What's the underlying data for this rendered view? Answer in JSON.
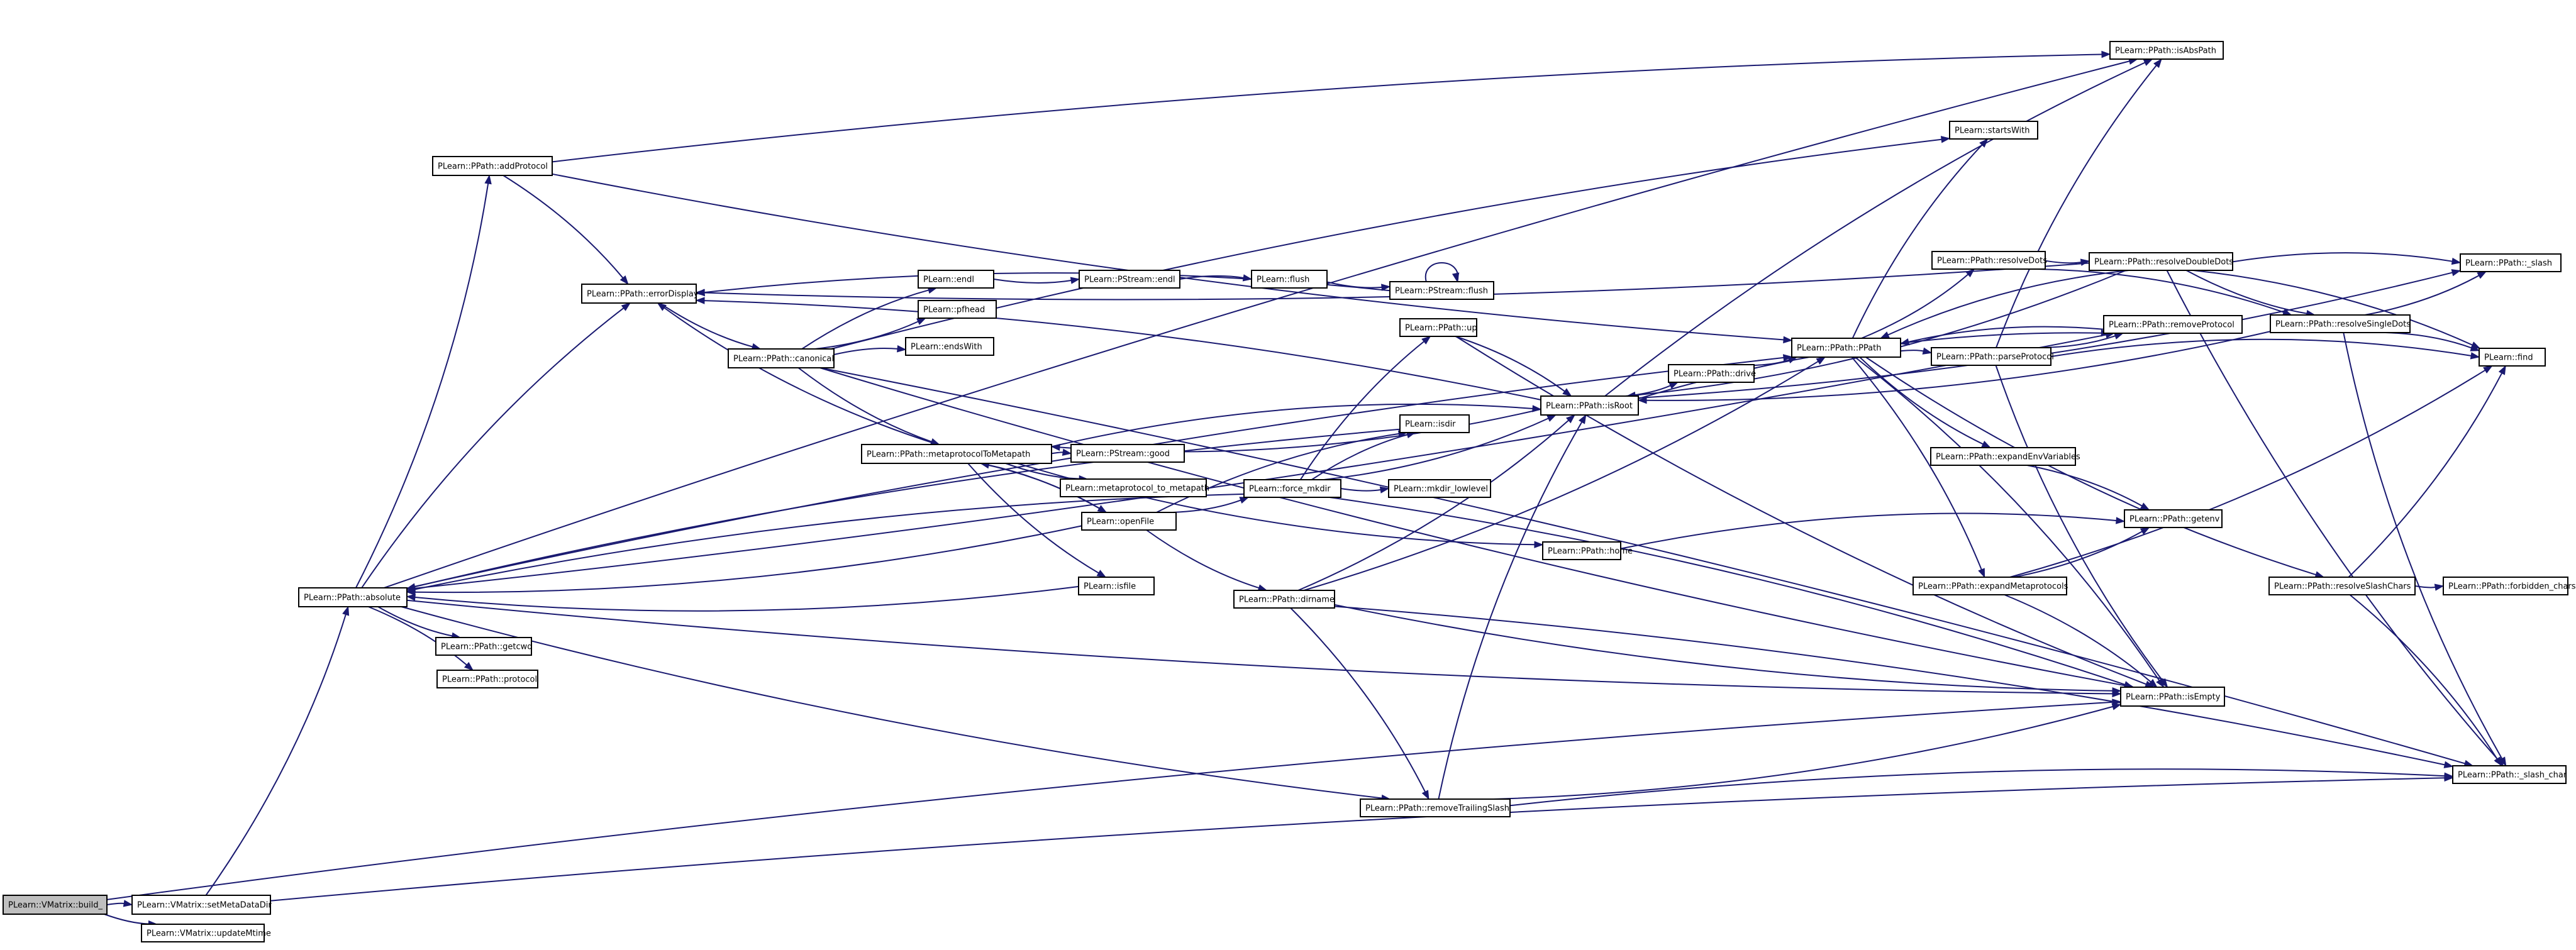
{
  "graph": {
    "nodes": [
      {
        "id": "build",
        "label": "PLearn::VMatrix::build_",
        "root": true
      },
      {
        "id": "setMetaDataDir",
        "label": "PLearn::VMatrix::setMetaDataDir"
      },
      {
        "id": "updateMtime",
        "label": "PLearn::VMatrix::updateMtime"
      },
      {
        "id": "absolute",
        "label": "PLearn::PPath::absolute"
      },
      {
        "id": "addProtocol",
        "label": "PLearn::PPath::addProtocol"
      },
      {
        "id": "errorDisplay",
        "label": "PLearn::PPath::errorDisplay"
      },
      {
        "id": "canonical",
        "label": "PLearn::PPath::canonical"
      },
      {
        "id": "endl",
        "label": "PLearn::endl"
      },
      {
        "id": "PStreamEndl",
        "label": "PLearn::PStream::endl"
      },
      {
        "id": "flush",
        "label": "PLearn::flush"
      },
      {
        "id": "PStreamFlush",
        "label": "PLearn::PStream::flush"
      },
      {
        "id": "pfhead",
        "label": "PLearn::pfhead"
      },
      {
        "id": "endsWith",
        "label": "PLearn::endsWith"
      },
      {
        "id": "metaprotocolToMetapath",
        "label": "PLearn::PPath::metaprotocolToMetapath"
      },
      {
        "id": "PStreamGood",
        "label": "PLearn::PStream::good"
      },
      {
        "id": "metaprotocol_to_metapath",
        "label": "PLearn::metaprotocol_to_metapath"
      },
      {
        "id": "openFile",
        "label": "PLearn::openFile"
      },
      {
        "id": "isfile",
        "label": "PLearn::isfile"
      },
      {
        "id": "isdir",
        "label": "PLearn::isdir"
      },
      {
        "id": "force_mkdir",
        "label": "PLearn::force_mkdir"
      },
      {
        "id": "mkdir_lowlevel",
        "label": "PLearn::mkdir_lowlevel"
      },
      {
        "id": "up",
        "label": "PLearn::PPath::up"
      },
      {
        "id": "home",
        "label": "PLearn::PPath::home"
      },
      {
        "id": "dirname",
        "label": "PLearn::PPath::dirname"
      },
      {
        "id": "getcwd",
        "label": "PLearn::PPath::getcwd"
      },
      {
        "id": "protocol",
        "label": "PLearn::PPath::protocol"
      },
      {
        "id": "removeTrailingSlash",
        "label": "PLearn::PPath::removeTrailingSlash"
      },
      {
        "id": "isRoot",
        "label": "PLearn::PPath::isRoot"
      },
      {
        "id": "drive",
        "label": "PLearn::PPath::drive"
      },
      {
        "id": "PPath",
        "label": "PLearn::PPath::PPath"
      },
      {
        "id": "startsWith",
        "label": "PLearn::startsWith"
      },
      {
        "id": "isAbsPath",
        "label": "PLearn::PPath::isAbsPath"
      },
      {
        "id": "resolveDots",
        "label": "PLearn::PPath::resolveDots"
      },
      {
        "id": "parseProtocol",
        "label": "PLearn::PPath::parseProtocol"
      },
      {
        "id": "removeProtocol",
        "label": "PLearn::PPath::removeProtocol"
      },
      {
        "id": "expandEnvVariables",
        "label": "PLearn::PPath::expandEnvVariables"
      },
      {
        "id": "getenv",
        "label": "PLearn::PPath::getenv"
      },
      {
        "id": "expandMetaprotocols",
        "label": "PLearn::PPath::expandMetaprotocols"
      },
      {
        "id": "isEmpty",
        "label": "PLearn::PPath::isEmpty"
      },
      {
        "id": "resolveDoubleDots",
        "label": "PLearn::PPath::resolveDoubleDots"
      },
      {
        "id": "resolveSingleDots",
        "label": "PLearn::PPath::resolveSingleDots"
      },
      {
        "id": "slash",
        "label": "PLearn::PPath::_slash"
      },
      {
        "id": "find",
        "label": "PLearn::find"
      },
      {
        "id": "resolveSlashChars",
        "label": "PLearn::PPath::resolveSlashChars"
      },
      {
        "id": "forbidden_chars",
        "label": "PLearn::PPath::forbidden_chars"
      },
      {
        "id": "slash_char",
        "label": "PLearn::PPath::_slash_char"
      }
    ],
    "edges": [
      [
        "build",
        "setMetaDataDir"
      ],
      [
        "build",
        "updateMtime"
      ],
      [
        "build",
        "isEmpty"
      ],
      [
        "setMetaDataDir",
        "absolute"
      ],
      [
        "setMetaDataDir",
        "slash_char"
      ],
      [
        "absolute",
        "addProtocol"
      ],
      [
        "absolute",
        "errorDisplay"
      ],
      [
        "absolute",
        "getcwd"
      ],
      [
        "absolute",
        "protocol"
      ],
      [
        "absolute",
        "removeTrailingSlash"
      ],
      [
        "absolute",
        "isAbsPath"
      ],
      [
        "absolute",
        "isEmpty"
      ],
      [
        "absolute",
        "PPath"
      ],
      [
        "absolute",
        "removeProtocol"
      ],
      [
        "addProtocol",
        "errorDisplay"
      ],
      [
        "addProtocol",
        "PPath"
      ],
      [
        "addProtocol",
        "isAbsPath"
      ],
      [
        "errorDisplay",
        "canonical"
      ],
      [
        "canonical",
        "endl"
      ],
      [
        "canonical",
        "pfhead"
      ],
      [
        "canonical",
        "endsWith"
      ],
      [
        "canonical",
        "metaprotocolToMetapath"
      ],
      [
        "canonical",
        "startsWith"
      ],
      [
        "canonical",
        "isEmpty"
      ],
      [
        "canonical",
        "slash_char"
      ],
      [
        "endl",
        "PStreamEndl"
      ],
      [
        "PStreamEndl",
        "flush"
      ],
      [
        "flush",
        "PStreamFlush"
      ],
      [
        "PStreamFlush",
        "PStreamFlush"
      ],
      [
        "PStreamFlush",
        "errorDisplay"
      ],
      [
        "metaprotocolToMetapath",
        "PStreamGood"
      ],
      [
        "metaprotocolToMetapath",
        "metaprotocol_to_metapath"
      ],
      [
        "metaprotocolToMetapath",
        "openFile"
      ],
      [
        "metaprotocolToMetapath",
        "isfile"
      ],
      [
        "metaprotocolToMetapath",
        "isRoot"
      ],
      [
        "metaprotocolToMetapath",
        "home"
      ],
      [
        "metaprotocolToMetapath",
        "errorDisplay"
      ],
      [
        "openFile",
        "force_mkdir"
      ],
      [
        "openFile",
        "isdir"
      ],
      [
        "openFile",
        "dirname"
      ],
      [
        "openFile",
        "absolute"
      ],
      [
        "openFile",
        "metaprotocolToMetapath"
      ],
      [
        "isfile",
        "absolute"
      ],
      [
        "isdir",
        "absolute"
      ],
      [
        "force_mkdir",
        "isdir"
      ],
      [
        "force_mkdir",
        "mkdir_lowlevel"
      ],
      [
        "force_mkdir",
        "up"
      ],
      [
        "force_mkdir",
        "isRoot"
      ],
      [
        "force_mkdir",
        "isEmpty"
      ],
      [
        "force_mkdir",
        "absolute"
      ],
      [
        "up",
        "isRoot"
      ],
      [
        "up",
        "isEmpty"
      ],
      [
        "home",
        "getenv"
      ],
      [
        "dirname",
        "isRoot"
      ],
      [
        "dirname",
        "removeTrailingSlash"
      ],
      [
        "dirname",
        "isEmpty"
      ],
      [
        "dirname",
        "slash_char"
      ],
      [
        "dirname",
        "PPath"
      ],
      [
        "removeTrailingSlash",
        "isRoot"
      ],
      [
        "removeTrailingSlash",
        "isEmpty"
      ],
      [
        "removeTrailingSlash",
        "slash_char"
      ],
      [
        "isRoot",
        "drive"
      ],
      [
        "isRoot",
        "isAbsPath"
      ],
      [
        "isRoot",
        "errorDisplay"
      ],
      [
        "isRoot",
        "removeProtocol"
      ],
      [
        "isRoot",
        "slash"
      ],
      [
        "isRoot",
        "metaprotocolToMetapath"
      ],
      [
        "drive",
        "PPath"
      ],
      [
        "PPath",
        "startsWith"
      ],
      [
        "PPath",
        "resolveDots"
      ],
      [
        "PPath",
        "parseProtocol"
      ],
      [
        "PPath",
        "expandEnvVariables"
      ],
      [
        "PPath",
        "expandMetaprotocols"
      ],
      [
        "PPath",
        "resolveSlashChars"
      ],
      [
        "PPath",
        "isEmpty"
      ],
      [
        "resolveDots",
        "resolveDoubleDots"
      ],
      [
        "resolveDots",
        "resolveSingleDots"
      ],
      [
        "parseProtocol",
        "removeProtocol"
      ],
      [
        "parseProtocol",
        "find"
      ],
      [
        "parseProtocol",
        "isEmpty"
      ],
      [
        "parseProtocol",
        "isAbsPath"
      ],
      [
        "removeProtocol",
        "PPath"
      ],
      [
        "expandEnvVariables",
        "getenv"
      ],
      [
        "expandMetaprotocols",
        "getenv"
      ],
      [
        "expandMetaprotocols",
        "isEmpty"
      ],
      [
        "expandMetaprotocols",
        "find"
      ],
      [
        "resolveDoubleDots",
        "slash"
      ],
      [
        "resolveDoubleDots",
        "resolveSingleDots"
      ],
      [
        "resolveDoubleDots",
        "find"
      ],
      [
        "resolveDoubleDots",
        "slash_char"
      ],
      [
        "resolveDoubleDots",
        "isRoot"
      ],
      [
        "resolveDoubleDots",
        "PPath"
      ],
      [
        "resolveDoubleDots",
        "errorDisplay"
      ],
      [
        "resolveSingleDots",
        "slash"
      ],
      [
        "resolveSingleDots",
        "find"
      ],
      [
        "resolveSingleDots",
        "slash_char"
      ],
      [
        "resolveSingleDots",
        "isRoot"
      ],
      [
        "resolveSlashChars",
        "forbidden_chars"
      ],
      [
        "resolveSlashChars",
        "slash_char"
      ],
      [
        "resolveSlashChars",
        "find"
      ]
    ]
  }
}
